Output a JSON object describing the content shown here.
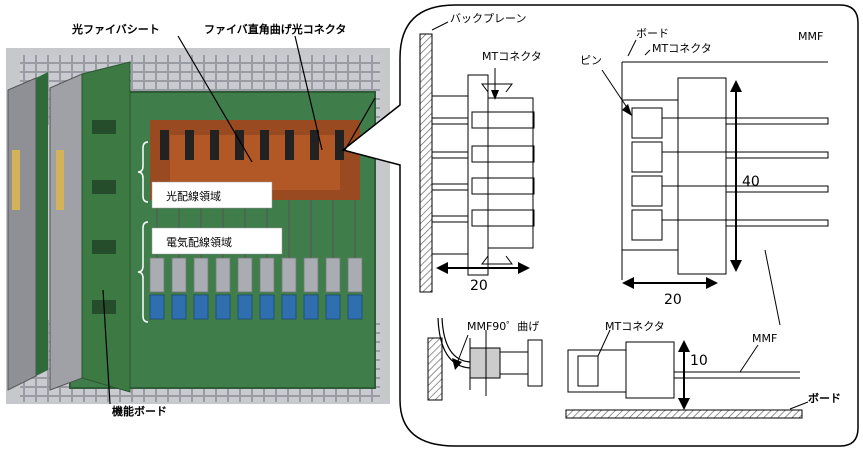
{
  "photo": {
    "label_sheet": "光ファイバシート",
    "label_connector": "ファイバ直角曲げ光コネクタ",
    "label_optical_area": "光配線領域",
    "label_electrical_area": "電気配線領域",
    "label_board": "機能ボード"
  },
  "callout": {
    "backplane": "バックプレーン",
    "mt_left": "MTコネクタ",
    "board_top": "ボード",
    "pin": "ピン",
    "mt_right": "MTコネクタ",
    "mmf_top": "MMF",
    "dim_40": "40",
    "dim_20_left": "20",
    "dim_20_right": "20",
    "mmf_bend": "MMF90゜曲げ",
    "mt_bottom": "MTコネクタ",
    "dim_10": "10",
    "mmf_bottom": "MMF",
    "board_bottom": "ボード"
  }
}
